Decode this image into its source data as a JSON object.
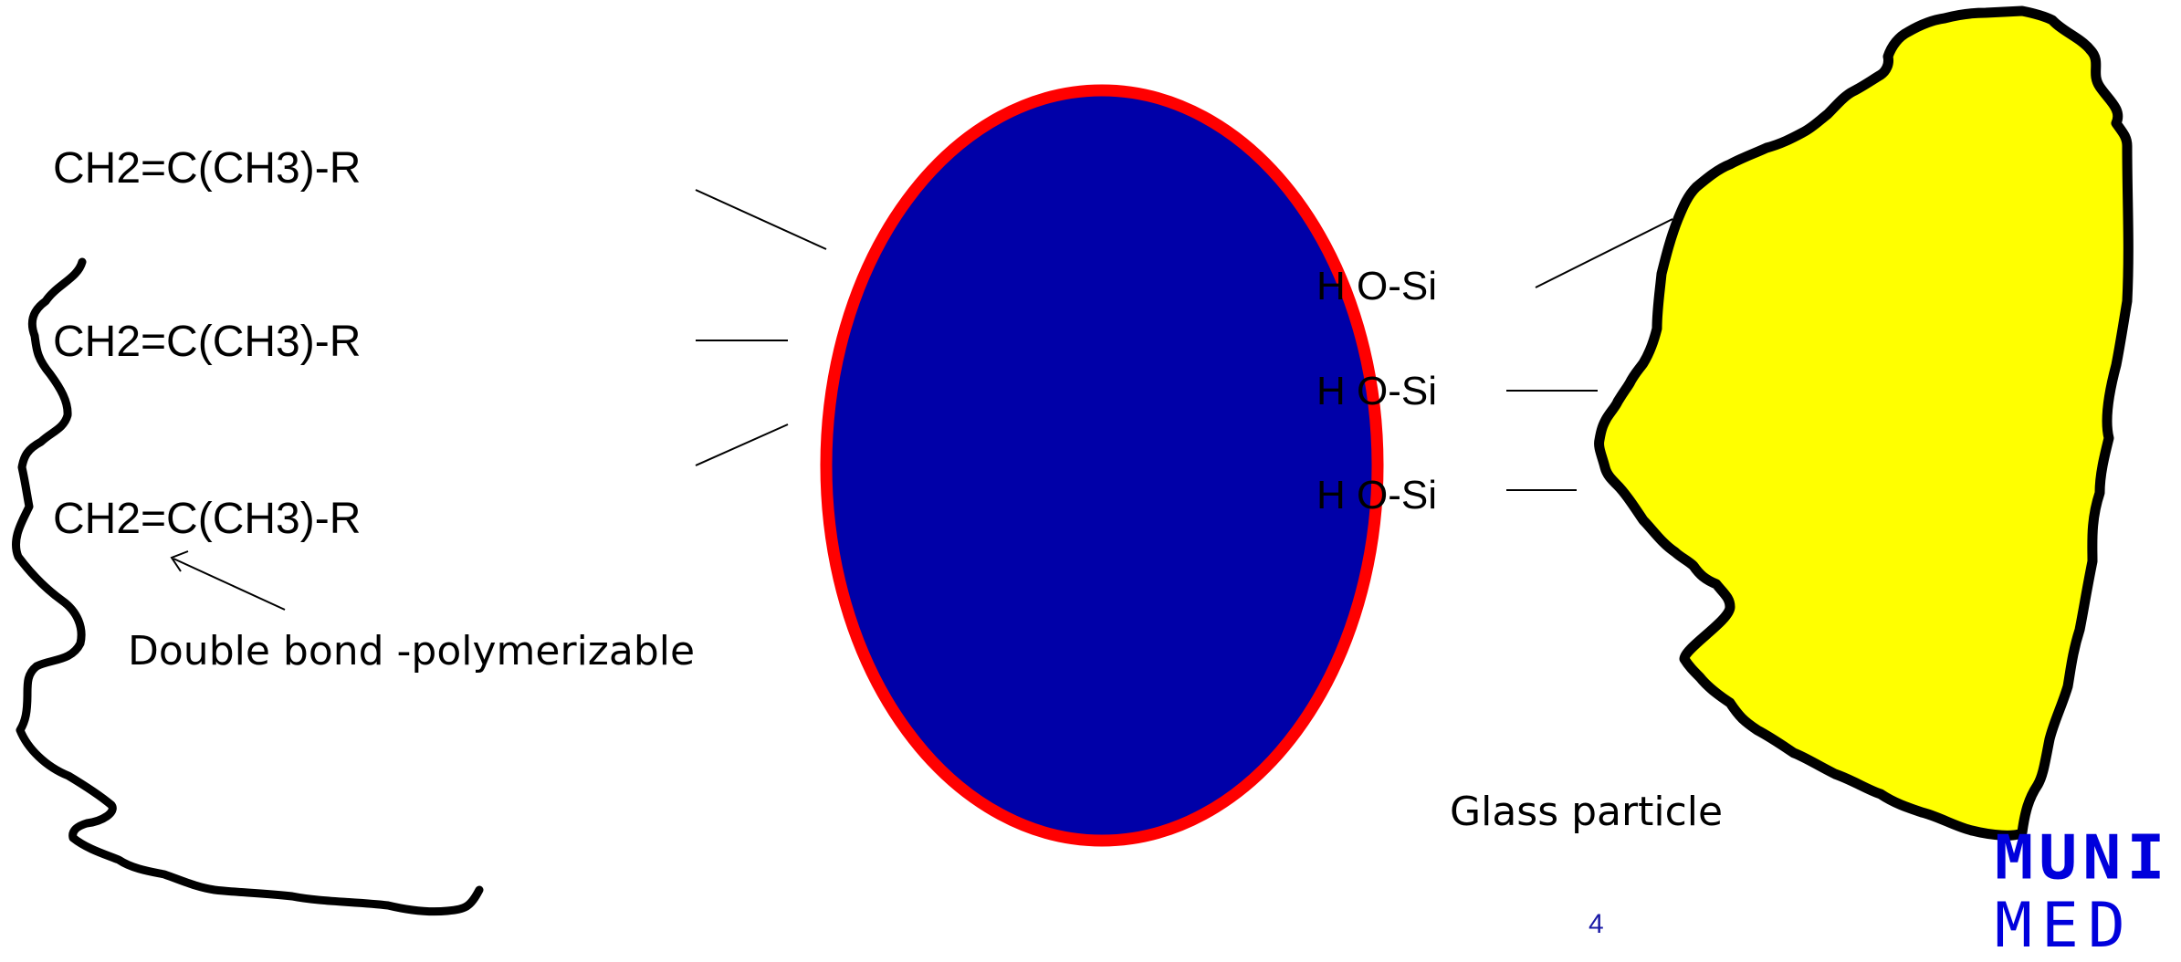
{
  "formulas": [
    "CH2=C(CH3)-R",
    "CH2=C(CH3)-R",
    "CH2=C(CH3)-R"
  ],
  "annotation": "Double bond -polymerizable",
  "silanols": [
    "H O-Si",
    "H O-Si",
    "H O-Si"
  ],
  "glass_label": "Glass particle",
  "page_number": "4",
  "logo": {
    "line1": "MUNI",
    "line2": "MED"
  },
  "colors": {
    "ellipse_fill": "#0000a8",
    "ellipse_outline": "#ff0000",
    "particle_fill": "#ffff00",
    "outline": "#000000",
    "logo": "#0000dc"
  }
}
